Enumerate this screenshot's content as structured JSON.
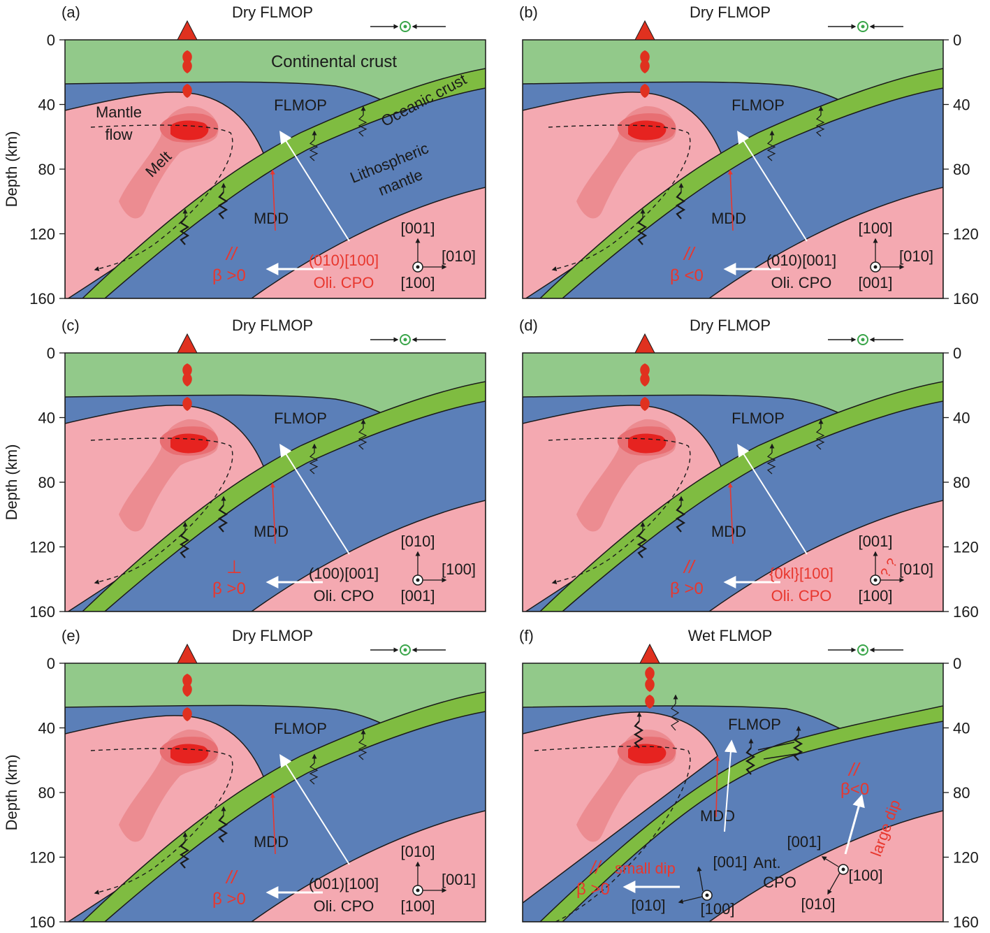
{
  "figure": {
    "y_axis_label": "Depth (km)",
    "depth_ticks": [
      "0",
      "40",
      "80",
      "120",
      "160"
    ]
  },
  "colors": {
    "crust": "#92c98a",
    "oceanic_crust": "#7fbc41",
    "flmop": "#5b7fb8",
    "asthenosphere": "#f4a9b1",
    "melt_outer": "#ec8c91",
    "melt_mid": "#e86f73",
    "melt_core": "#e62320",
    "volcano": "#e0311f",
    "annotation_red": "#e8372e",
    "outline": "#1a1a1a"
  },
  "panels": [
    {
      "id": "a",
      "tag": "(a)",
      "title": "Dry FLMOP",
      "axis_side": "left",
      "labels": {
        "crust": "Continental crust",
        "flmop": "FLMOP",
        "oceanic": "Oceanic crust",
        "litho1": "Lithospheric",
        "litho2": "mantle",
        "flow1": "Mantle",
        "flow2": "flow",
        "melt": "Melt",
        "mdd": "MDD"
      },
      "symbol": "//",
      "symbol_color": "red",
      "beta": "β >0",
      "cpo1": "(010)[100]",
      "cpo2": "Oli. CPO",
      "cpo_color": "red",
      "ax_top": "[001]",
      "ax_right": "[010]",
      "ax_bottom": "[100]"
    },
    {
      "id": "b",
      "tag": "(b)",
      "title": "Dry FLMOP",
      "axis_side": "right",
      "labels": {
        "flmop": "FLMOP",
        "mdd": "MDD"
      },
      "symbol": "//",
      "symbol_color": "red",
      "beta": "β <0",
      "cpo1": "(010)[001]",
      "cpo2": "Oli. CPO",
      "cpo_color": "black",
      "ax_top": "[100]",
      "ax_right": "[010]",
      "ax_bottom": "[001]"
    },
    {
      "id": "c",
      "tag": "(c)",
      "title": "Dry FLMOP",
      "axis_side": "left",
      "labels": {
        "flmop": "FLMOP",
        "mdd": "MDD"
      },
      "symbol": "⊥",
      "symbol_color": "red",
      "beta": "β >0",
      "cpo1": "(100)[001]",
      "cpo2": "Oli. CPO",
      "cpo_color": "black",
      "ax_top": "[010]",
      "ax_right": "[100]",
      "ax_bottom": "[001]"
    },
    {
      "id": "d",
      "tag": "(d)",
      "title": "Dry FLMOP",
      "axis_side": "right",
      "labels": {
        "flmop": "FLMOP",
        "mdd": "MDD"
      },
      "symbol": "//",
      "symbol_color": "red",
      "beta": "β >0",
      "cpo1": "{0kl}[100]",
      "cpo2": "Oli. CPO",
      "cpo_color": "red",
      "ax_top": "[001]",
      "ax_right": "[010]",
      "ax_bottom": "[100]",
      "ax_extra": "? ?"
    },
    {
      "id": "e",
      "tag": "(e)",
      "title": "Dry FLMOP",
      "axis_side": "left",
      "labels": {
        "flmop": "FLMOP",
        "mdd": "MDD"
      },
      "symbol": "//",
      "symbol_color": "red",
      "beta": "β >0",
      "cpo1": "(001)[100]",
      "cpo2": "Oli. CPO",
      "cpo_color": "black",
      "ax_top": "[010]",
      "ax_right": "[001]",
      "ax_bottom": "[100]"
    },
    {
      "id": "f",
      "tag": "(f)",
      "title": "Wet FLMOP",
      "axis_side": "right",
      "labels": {
        "flmop": "FLMOP",
        "mdd": "MDD",
        "small_dip": "small dip",
        "large_dip": "large dip",
        "ant1": "Ant.",
        "ant2": "CPO",
        "slip_symbol": "//",
        "beta_low": "β >0",
        "beta_high": "β<0",
        "a1_top": "[001]",
        "a1_left": "[010]",
        "a1_bottom": "[100]",
        "a2_top": "[001]",
        "a2_right": "[100]",
        "a2_bottom": "[010]"
      }
    }
  ]
}
